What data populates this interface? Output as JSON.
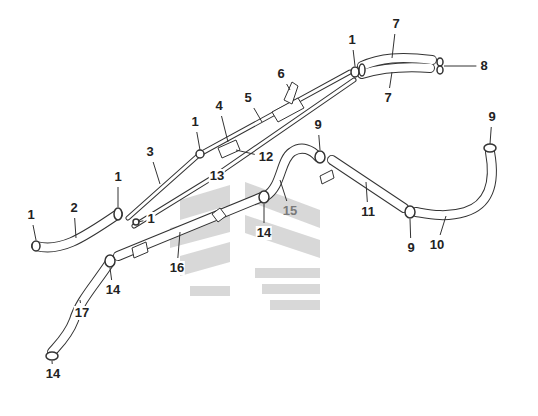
{
  "diagram": {
    "labels": [
      "1",
      "7",
      "8",
      "7",
      "6",
      "5",
      "4",
      "1",
      "3",
      "12",
      "9",
      "9",
      "13",
      "1",
      "2",
      "1",
      "1",
      "15",
      "11",
      "14",
      "9",
      "10",
      "16",
      "14",
      "17",
      "14"
    ]
  }
}
